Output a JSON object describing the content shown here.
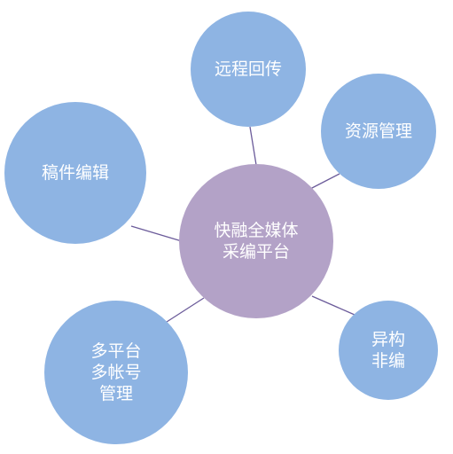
{
  "colors": {
    "hub_fill": "#b3a2c7",
    "node_fill": "#8eb4e3",
    "connector": "#6b5b9a",
    "label_text": "#ffffff",
    "background": "#ffffff"
  },
  "hub": {
    "lines": [
      "快融全媒体",
      "采编平台"
    ]
  },
  "nodes": [
    {
      "id": "remote",
      "lines": [
        "远程回传"
      ]
    },
    {
      "id": "resource",
      "lines": [
        "资源管理"
      ]
    },
    {
      "id": "manuscript",
      "lines": [
        "稿件编辑"
      ]
    },
    {
      "id": "multiplatform",
      "lines": [
        "多平台",
        "多帐号",
        "管理"
      ]
    },
    {
      "id": "heterogeneous",
      "lines": [
        "异构",
        "非编"
      ]
    }
  ]
}
